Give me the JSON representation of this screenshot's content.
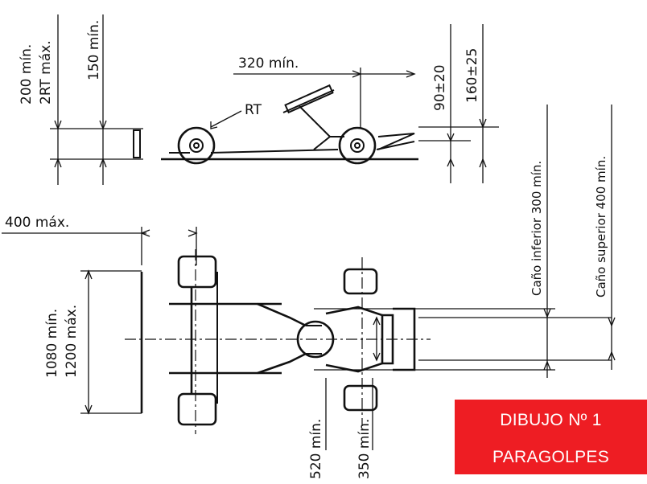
{
  "dimensions": {
    "front_left_top": "200 mín.",
    "front_left_bottom": "2RT máx.",
    "front_150": "150 mín.",
    "side_320": "320 mín.",
    "side_rt": "RT",
    "side_90": "90±20",
    "side_160": "160±25",
    "rear_bumper_offset": "400 máx.",
    "width_min": "1080 mín.",
    "width_max": "1200 máx.",
    "front_520": "520 mín.",
    "front_350": "350 mín.",
    "tube_lower": "Caño inferior 300 mín.",
    "tube_upper": "Caño superior 400 mín."
  },
  "label": {
    "line1": "DIBUJO  Nº 1",
    "line2": "PARAGOLPES",
    "background": "#ee1d23"
  }
}
